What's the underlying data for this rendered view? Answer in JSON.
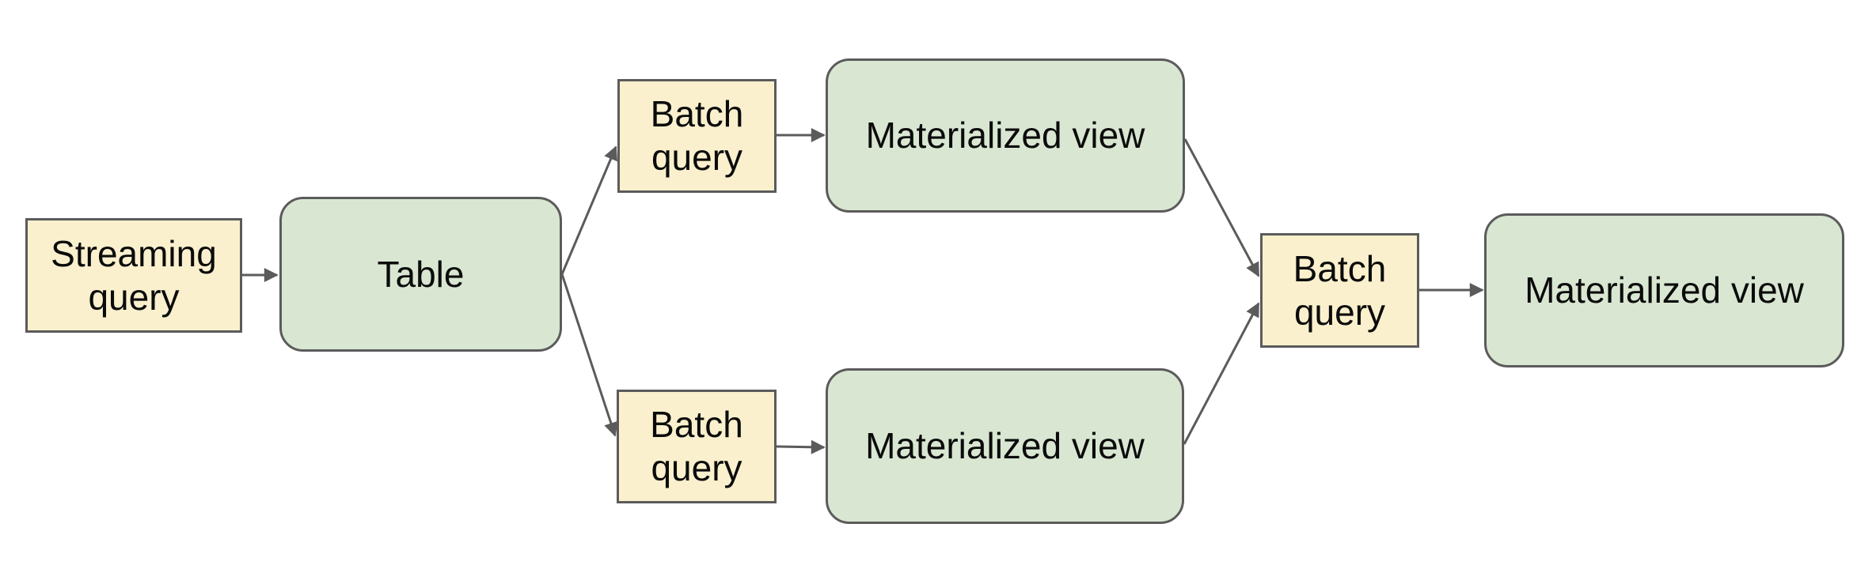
{
  "diagram": {
    "kind": "dataflow-diagram",
    "background": "#ffffff",
    "colors": {
      "query_node_fill": "#faf0cd",
      "data_node_fill": "#d9e7d2",
      "node_border": "#5b5b5b",
      "arrow": "#5b5b5b",
      "text": "#0b0b0b"
    },
    "nodes": {
      "streaming_query": {
        "label": "Streaming query",
        "style": "query"
      },
      "table": {
        "label": "Table",
        "style": "data"
      },
      "batch_query_top": {
        "label": "Batch query",
        "style": "query"
      },
      "materialized_view_top": {
        "label": "Materialized view",
        "style": "data"
      },
      "batch_query_bottom": {
        "label": "Batch query",
        "style": "query"
      },
      "materialized_view_bottom": {
        "label": "Materialized view",
        "style": "data"
      },
      "batch_query_right": {
        "label": "Batch query",
        "style": "query"
      },
      "materialized_view_right": {
        "label": "Materialized view",
        "style": "data"
      }
    },
    "edges": [
      {
        "from": "streaming_query",
        "to": "table"
      },
      {
        "from": "table",
        "to": "batch_query_top"
      },
      {
        "from": "table",
        "to": "batch_query_bottom"
      },
      {
        "from": "batch_query_top",
        "to": "materialized_view_top"
      },
      {
        "from": "batch_query_bottom",
        "to": "materialized_view_bottom"
      },
      {
        "from": "materialized_view_top",
        "to": "batch_query_right"
      },
      {
        "from": "materialized_view_bottom",
        "to": "batch_query_right"
      },
      {
        "from": "batch_query_right",
        "to": "materialized_view_right"
      }
    ]
  }
}
